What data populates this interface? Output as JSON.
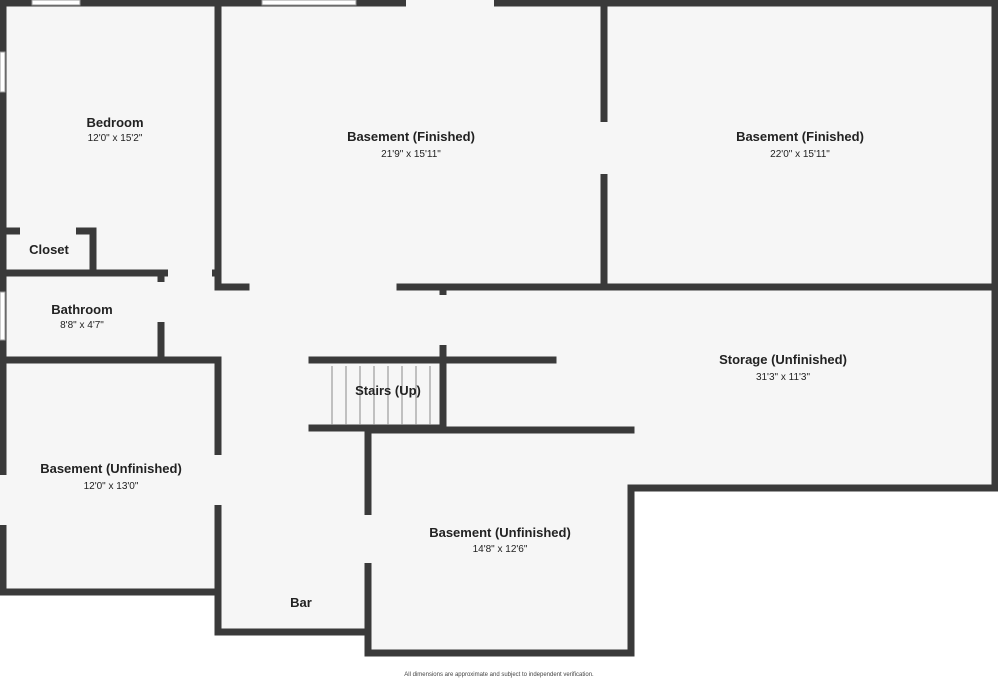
{
  "rooms": {
    "bedroom": {
      "name": "Bedroom",
      "dims": "12'0\" x 15'2\""
    },
    "closet": {
      "name": "Closet"
    },
    "bathroom": {
      "name": "Bathroom",
      "dims": "8'8\" x 4'7\""
    },
    "basement_finished_center": {
      "name": "Basement (Finished)",
      "dims": "21'9\" x 15'11\""
    },
    "basement_finished_right": {
      "name": "Basement (Finished)",
      "dims": "22'0\" x 15'11\""
    },
    "storage": {
      "name": "Storage (Unfinished)",
      "dims": "31'3\" x 11'3\""
    },
    "stairs": {
      "name": "Stairs (Up)"
    },
    "basement_unfinished_left": {
      "name": "Basement (Unfinished)",
      "dims": "12'0\" x 13'0\""
    },
    "basement_unfinished_center": {
      "name": "Basement (Unfinished)",
      "dims": "14'8\" x 12'6\""
    },
    "bar": {
      "name": "Bar"
    }
  },
  "footer": {
    "disclaimer": "All dimensions are approximate and subject to independent verification."
  }
}
